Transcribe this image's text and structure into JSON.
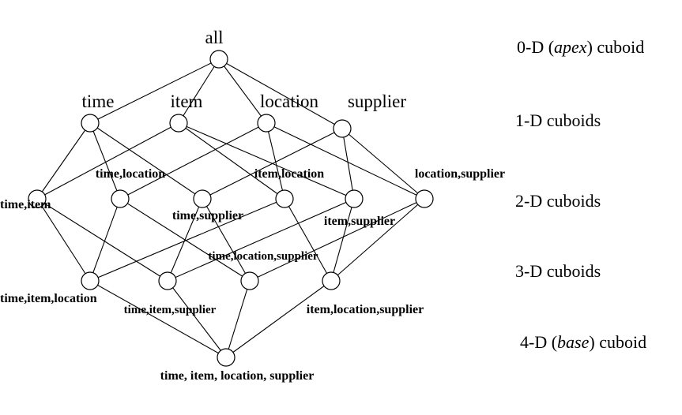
{
  "diagram": {
    "nodes": [
      {
        "id": "all",
        "label": "all",
        "level": 0
      },
      {
        "id": "time",
        "label": "time",
        "level": 1
      },
      {
        "id": "item",
        "label": "item",
        "level": 1
      },
      {
        "id": "location",
        "label": "location",
        "level": 1
      },
      {
        "id": "supplier",
        "label": "supplier",
        "level": 1
      },
      {
        "id": "time_item",
        "label": "time,item",
        "level": 2
      },
      {
        "id": "time_location",
        "label": "time,location",
        "level": 2
      },
      {
        "id": "time_supplier",
        "label": "time,supplier",
        "level": 2
      },
      {
        "id": "item_location",
        "label": "item,location",
        "level": 2
      },
      {
        "id": "item_supplier",
        "label": "item,supplier",
        "level": 2
      },
      {
        "id": "location_supplier",
        "label": "location,supplier",
        "level": 2
      },
      {
        "id": "time_item_location",
        "label": "time,item,location",
        "level": 3
      },
      {
        "id": "time_item_supplier",
        "label": "time,item,supplier",
        "level": 3
      },
      {
        "id": "time_location_supplier",
        "label": "time,location,supplier",
        "level": 3
      },
      {
        "id": "item_location_supplier",
        "label": "item,location,supplier",
        "level": 3
      },
      {
        "id": "base",
        "label": "time, item, location, supplier",
        "level": 4
      }
    ],
    "edges": [
      [
        "all",
        "time"
      ],
      [
        "all",
        "item"
      ],
      [
        "all",
        "location"
      ],
      [
        "all",
        "supplier"
      ],
      [
        "time",
        "time_item"
      ],
      [
        "time",
        "time_location"
      ],
      [
        "time",
        "time_supplier"
      ],
      [
        "item",
        "time_item"
      ],
      [
        "item",
        "item_location"
      ],
      [
        "item",
        "item_supplier"
      ],
      [
        "location",
        "time_location"
      ],
      [
        "location",
        "item_location"
      ],
      [
        "location",
        "location_supplier"
      ],
      [
        "supplier",
        "time_supplier"
      ],
      [
        "supplier",
        "item_supplier"
      ],
      [
        "supplier",
        "location_supplier"
      ],
      [
        "time_item",
        "time_item_location"
      ],
      [
        "time_item",
        "time_item_supplier"
      ],
      [
        "time_location",
        "time_item_location"
      ],
      [
        "time_location",
        "time_location_supplier"
      ],
      [
        "item_location",
        "time_item_location"
      ],
      [
        "item_location",
        "item_location_supplier"
      ],
      [
        "time_supplier",
        "time_item_supplier"
      ],
      [
        "time_supplier",
        "time_location_supplier"
      ],
      [
        "item_supplier",
        "time_item_supplier"
      ],
      [
        "item_supplier",
        "item_location_supplier"
      ],
      [
        "location_supplier",
        "time_location_supplier"
      ],
      [
        "location_supplier",
        "item_location_supplier"
      ],
      [
        "time_item_location",
        "base"
      ],
      [
        "time_item_supplier",
        "base"
      ],
      [
        "time_location_supplier",
        "base"
      ],
      [
        "item_location_supplier",
        "base"
      ]
    ],
    "levels": [
      {
        "prefix": "0-D (",
        "emph": "apex",
        "suffix": ") cuboid"
      },
      {
        "prefix": "1-D cuboids",
        "emph": "",
        "suffix": ""
      },
      {
        "prefix": "2-D cuboids",
        "emph": "",
        "suffix": ""
      },
      {
        "prefix": "3-D cuboids",
        "emph": "",
        "suffix": ""
      },
      {
        "prefix": "4-D (",
        "emph": "base",
        "suffix": ") cuboid"
      }
    ]
  }
}
